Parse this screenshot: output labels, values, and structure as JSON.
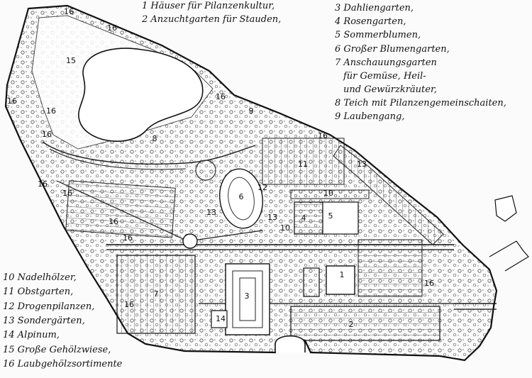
{
  "legend": {
    "top_col1": [
      "1 Häuser für Pilanzenkultur,",
      "2 Anzuchtgarten für Stauden,"
    ],
    "top_col2": [
      "3 Dahliengarten,",
      "4 Rosengarten,",
      "5 Sommerblumen,",
      "6 Großer Blumengarten,",
      "7 Anschauungsgarten",
      "für Gemüse, Heil-",
      "und Gewürzkräuter,",
      "8 Teich mit Pilanzengemeinschaiten,",
      "9 Laubengang,"
    ],
    "bottom_left": [
      "10 Nadelhölzer,",
      "11 Obstgarten,",
      "12 Drogenpilanzen,",
      "13 Sondergärten,",
      "14 Alpinum,",
      "15 Große Gehölzwiese,",
      "16 Laubgehölzsortimente"
    ]
  },
  "map_labels": [
    {
      "id": "1",
      "text": "1"
    },
    {
      "id": "2",
      "text": "2"
    },
    {
      "id": "3",
      "text": "3"
    },
    {
      "id": "4",
      "text": "4"
    },
    {
      "id": "5",
      "text": "5"
    },
    {
      "id": "6",
      "text": "6"
    },
    {
      "id": "7",
      "text": "7"
    },
    {
      "id": "8",
      "text": "8"
    },
    {
      "id": "9",
      "text": "9"
    },
    {
      "id": "10a",
      "text": "10"
    },
    {
      "id": "10b",
      "text": "10"
    },
    {
      "id": "11",
      "text": "11"
    },
    {
      "id": "12",
      "text": "12"
    },
    {
      "id": "13a",
      "text": "13"
    },
    {
      "id": "13b",
      "text": "13"
    },
    {
      "id": "13c",
      "text": "13"
    },
    {
      "id": "14",
      "text": "14"
    },
    {
      "id": "15",
      "text": "15"
    },
    {
      "id": "16a",
      "text": "16"
    },
    {
      "id": "16b",
      "text": "16"
    },
    {
      "id": "16c",
      "text": "16"
    },
    {
      "id": "16d",
      "text": "16"
    },
    {
      "id": "16e",
      "text": "16"
    },
    {
      "id": "16f",
      "text": "16"
    },
    {
      "id": "16g",
      "text": "16"
    },
    {
      "id": "16h",
      "text": "16"
    },
    {
      "id": "16i",
      "text": "16"
    },
    {
      "id": "16j",
      "text": "16"
    },
    {
      "id": "16k",
      "text": "16"
    },
    {
      "id": "16l",
      "text": "16"
    },
    {
      "id": "16m",
      "text": "16"
    }
  ]
}
